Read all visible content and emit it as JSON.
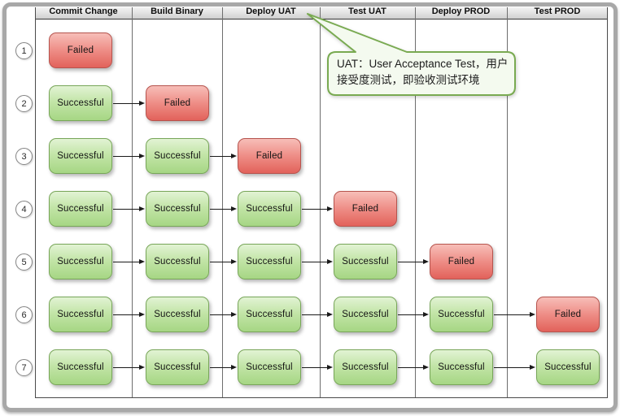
{
  "diagram": {
    "columns": [
      "Commit Change",
      "Build Binary",
      "Deploy UAT",
      "Test UAT",
      "Deploy PROD",
      "Test PROD"
    ],
    "rows": [
      {
        "number": "1",
        "statuses": [
          "Failed"
        ]
      },
      {
        "number": "2",
        "statuses": [
          "Successful",
          "Failed"
        ]
      },
      {
        "number": "3",
        "statuses": [
          "Successful",
          "Successful",
          "Failed"
        ]
      },
      {
        "number": "4",
        "statuses": [
          "Successful",
          "Successful",
          "Successful",
          "Failed"
        ]
      },
      {
        "number": "5",
        "statuses": [
          "Successful",
          "Successful",
          "Successful",
          "Successful",
          "Failed"
        ]
      },
      {
        "number": "6",
        "statuses": [
          "Successful",
          "Successful",
          "Successful",
          "Successful",
          "Successful",
          "Failed"
        ]
      },
      {
        "number": "7",
        "statuses": [
          "Successful",
          "Successful",
          "Successful",
          "Successful",
          "Successful",
          "Successful"
        ]
      }
    ],
    "callout": {
      "text": "UAT：User Acceptance Test，用户接受度测试，即验收测试环境"
    },
    "colors": {
      "success_fill_top": "#e2f3d4",
      "success_fill_bottom": "#a6d684",
      "success_border": "#78a659",
      "failed_fill_top": "#f7beb8",
      "failed_fill_bottom": "#e2625b",
      "failed_border": "#b6544e",
      "callout_fill": "#f4faef",
      "callout_border": "#79aa51",
      "header_text": "#0d0d0d"
    }
  }
}
